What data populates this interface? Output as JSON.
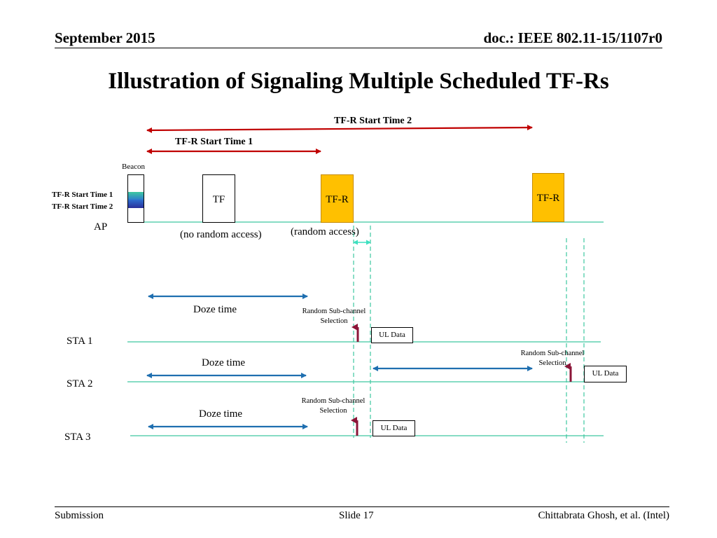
{
  "header": {
    "date": "September 2015",
    "doc": "doc.: IEEE 802.11-15/1107r0"
  },
  "title": "Illustration of Signaling Multiple Scheduled TF-Rs",
  "timeline": {
    "start_time_2_label": "TF-R Start Time 2",
    "start_time_1_label": "TF-R Start Time 1",
    "beacon_label": "Beacon",
    "beacon_field_1": "TF-R Start Time 1",
    "beacon_field_2": "TF-R Start Time 2",
    "ap_label": "AP",
    "tf_label": "TF",
    "tfr_label": "TF-R",
    "no_random_access": "(no random access)",
    "random_access": "(random access)"
  },
  "stations": {
    "sta1": "STA 1",
    "sta2": "STA 2",
    "sta3": "STA 3",
    "doze_time": "Doze time",
    "random_subchannel": "Random Sub-channel",
    "selection": "Selection",
    "ul_data": "UL Data"
  },
  "colors": {
    "start_arrow": "#c00000",
    "doze_arrow": "#1f6fb0",
    "timeline": "#3ec8a0",
    "tfr_fill": "#ffc000",
    "up_arrow": "#8b1538"
  },
  "footer": {
    "left": "Submission",
    "center": "Slide 17",
    "right": "Chittabrata Ghosh, et al. (Intel)"
  }
}
